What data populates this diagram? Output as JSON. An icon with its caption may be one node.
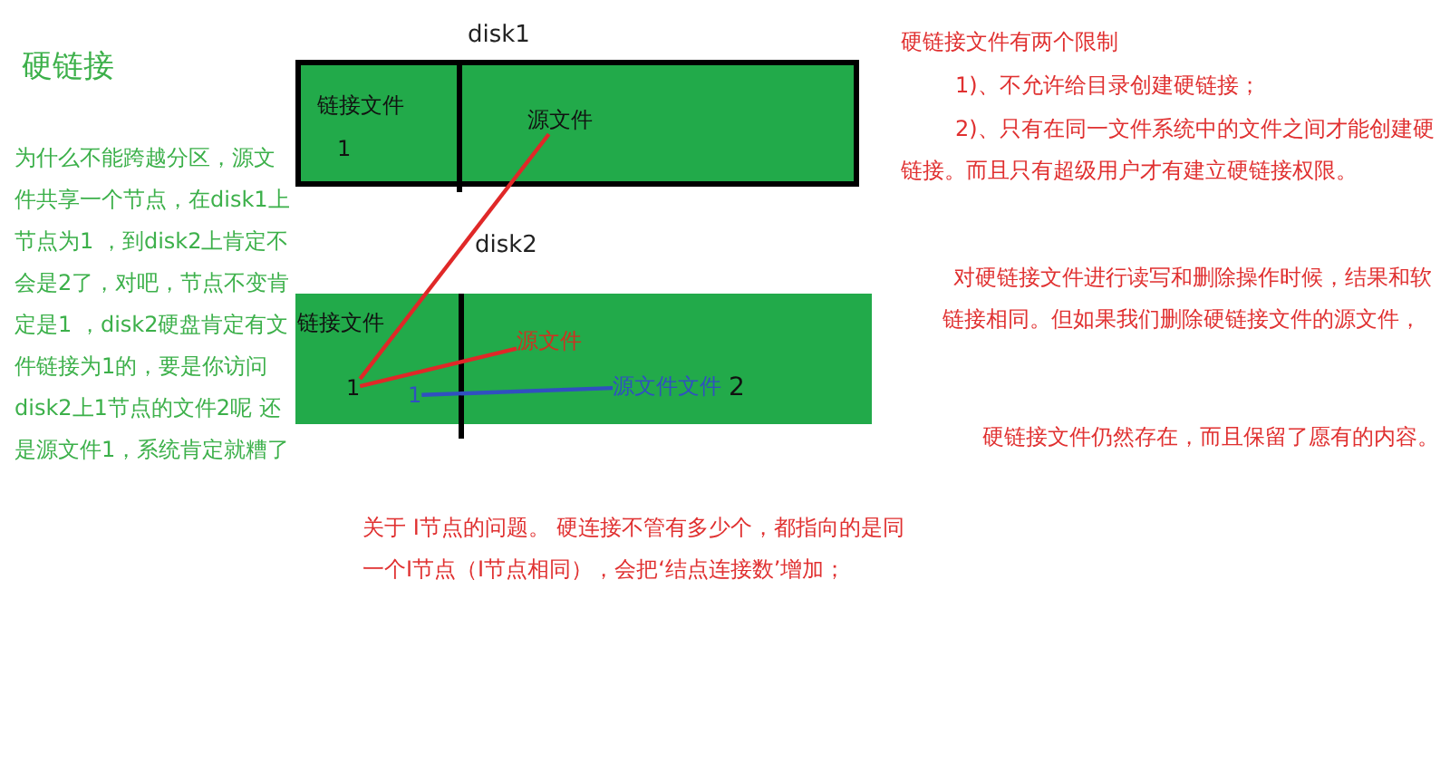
{
  "diagram": {
    "nodes": [
      {
        "text": [
          "disk1"
        ]
      },
      {
        "text": [
          "链接文件"
        ],
        "in": 0
      },
      {
        "text": [
          "1"
        ],
        "in": 0
      },
      {
        "text": [
          "源文件"
        ],
        "in": 0
      },
      {
        "text": [
          "disk2"
        ]
      },
      {
        "text": [
          "链接文件"
        ],
        "in": 4
      },
      {
        "text": [
          "1"
        ],
        "in": 4
      },
      {
        "text": [
          "源文件"
        ],
        "in": 4
      },
      {
        "text": [
          "1"
        ],
        "in": 4
      },
      {
        "text": [
          "源文件文件"
        ],
        "in": 4,
        "beside": [
          "2"
        ]
      }
    ],
    "edges": [
      {
        "from": 6,
        "to": 3,
        "arrow": "none"
      },
      {
        "from": 6,
        "to": 7,
        "arrow": "none"
      },
      {
        "from": 8,
        "to": 9,
        "arrow": "none",
        "color": "#3050c0"
      }
    ],
    "labels": [
      "硬链接",
      "为什么不能跨越分区，源文件共享一个节点，在disk1上节点为1 ，到disk2上肯定不会是2了，对吧，节点不变肯定是1 ，disk2硬盘肯定有文件链接为1的，要是你访问disk2上1节点的文件2呢 还是源文件1，系统肯定就糟了",
      "硬链接文件有两个限制",
      "1)、不允许给目录创建硬链接；",
      "2)、只有在同一文件系统中的文件之间才能创建硬链接。而且只有超级用户才有建立硬链接权限。",
      "对硬链接文件进行读写和删除操作时候，结果和软链接相同。但如果我们删除硬链接文件的源文件，",
      "硬链接文件仍然存在，而且保留了愿有的内容。",
      "关于 I节点的问题。 硬连接不管有多少个，都指向的是同一个I节点（I节点相同），会把‘结点连接数’增加；"
    ]
  }
}
